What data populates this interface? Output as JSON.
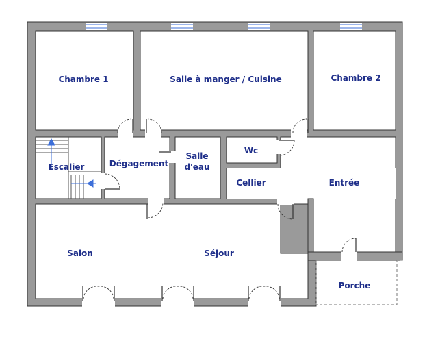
{
  "plan": {
    "colors": {
      "wall_fill": "#9a9a9a",
      "label_text": "#1f2f8a",
      "window": "#3d6fd9",
      "stair_arrow": "#3d6fd9"
    },
    "rooms": {
      "chambre1": "Chambre 1",
      "salle_manger": "Salle à manger / Cuisine",
      "chambre2": "Chambre 2",
      "escalier": "Escalier",
      "degagement": "Dégagement",
      "salle_eau_line1": "Salle",
      "salle_eau_line2": "d'eau",
      "wc": "Wc",
      "cellier": "Cellier",
      "entree": "Entrée",
      "salon": "Salon",
      "sejour": "Séjour",
      "porche": "Porche"
    }
  }
}
